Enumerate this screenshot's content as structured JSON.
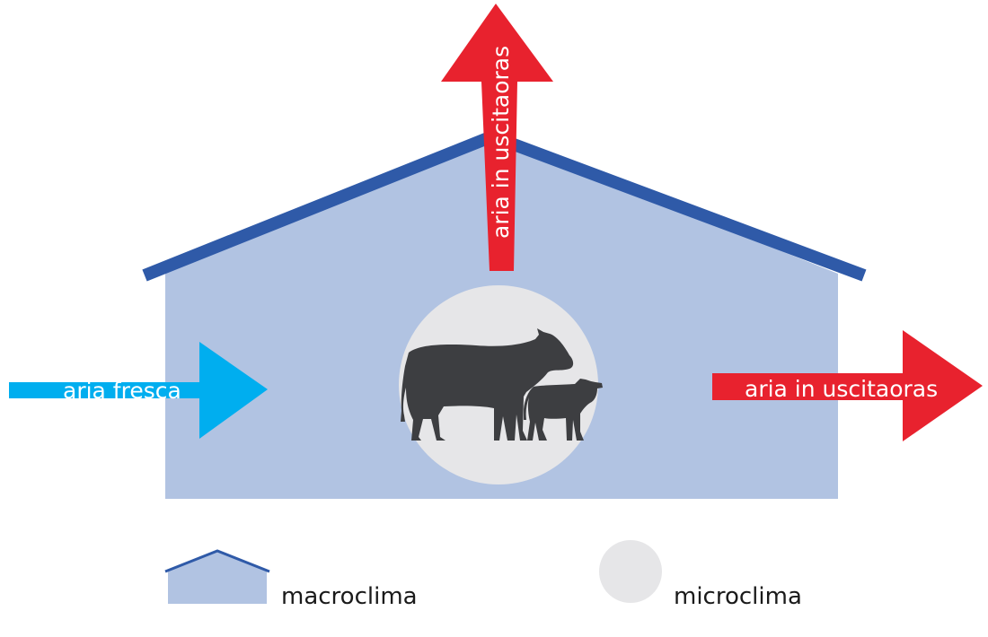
{
  "diagram": {
    "arrows": {
      "inflow_label": "aria fresca",
      "outflow_top_label": "aria in uscitaoras",
      "outflow_side_label": "aria in uscitaoras"
    },
    "legend": {
      "macro_label": "macroclima",
      "micro_label": "microclima"
    }
  },
  "colors": {
    "barn_fill": "#b1c3e2",
    "roof_stroke": "#2f5aa8",
    "micro_circle": "#e6e6e8",
    "cow_silhouette": "#3d3e41",
    "inflow_arrow": "#00aeef",
    "outflow_arrow": "#e8222e"
  },
  "icons": {
    "cow": "cow-silhouette-icon",
    "calf": "calf-silhouette-icon"
  }
}
